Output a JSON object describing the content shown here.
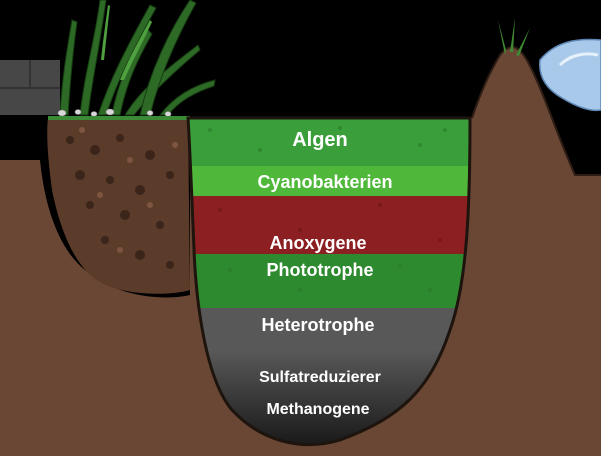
{
  "layers": {
    "algen": "Algen",
    "cyanobakterien": "Cyanobakterien",
    "anoxygene": "Anoxygene",
    "phototrophe": "Phototrophe",
    "heterotrophe": "Heterotrophe",
    "sulfatreduzierer": "Sulfatreduzierer",
    "methanogene": "Methanogene"
  },
  "colors": {
    "sky": "#000000",
    "soil": "#6b4736",
    "soil_dark": "#4a2f22",
    "algae_green": "#3aa33a",
    "cyano_green": "#59c23a",
    "anoxygenic_red": "#8e1f22",
    "phototroph_green": "#2f8a2f",
    "heterotroph_gray": "#575757",
    "deep_black": "#181818",
    "water_blue": "#9bc3e8",
    "wall_gray": "#4d4d4d"
  }
}
